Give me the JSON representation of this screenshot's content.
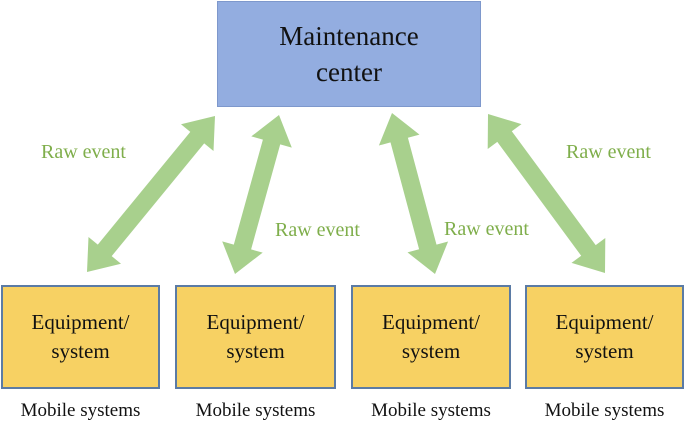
{
  "center": {
    "label": "Maintenance\ncenter"
  },
  "raw_event_label": "Raw event",
  "equipment": [
    {
      "label": "Equipment/\nsystem",
      "caption": "Mobile systems"
    },
    {
      "label": "Equipment/\nsystem",
      "caption": "Mobile systems"
    },
    {
      "label": "Equipment/\nsystem",
      "caption": "Mobile systems"
    },
    {
      "label": "Equipment/\nsystem",
      "caption": "Mobile systems"
    }
  ],
  "colors": {
    "center_fill": "#93ade0",
    "equipment_fill": "#f7d163",
    "equipment_border": "#5b7ba5",
    "arrow": "#a8d08d",
    "label_green": "#7fae4b"
  }
}
